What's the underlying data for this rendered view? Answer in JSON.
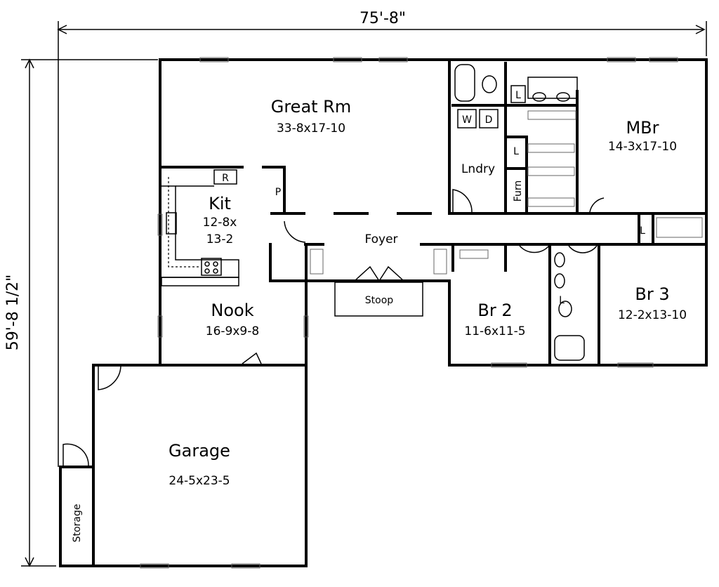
{
  "dimensions": {
    "width": "75'-8\"",
    "depth": "59'-8 1/2\""
  },
  "rooms": {
    "great_room": {
      "name": "Great Rm",
      "size": "33-8x17-10"
    },
    "master_bedroom": {
      "name": "MBr",
      "size": "14-3x17-10"
    },
    "kitchen": {
      "name": "Kit",
      "size_line1": "12-8x",
      "size_line2": "13-2"
    },
    "nook": {
      "name": "Nook",
      "size": "16-9x9-8"
    },
    "bedroom2": {
      "name": "Br 2",
      "size": "11-6x11-5"
    },
    "bedroom3": {
      "name": "Br 3",
      "size": "12-2x13-10"
    },
    "garage": {
      "name": "Garage",
      "size": "24-5x23-5"
    },
    "foyer": {
      "name": "Foyer"
    },
    "stoop": {
      "name": "Stoop"
    },
    "laundry": {
      "name": "Lndry"
    },
    "furnace": {
      "name": "Furn"
    },
    "storage": {
      "name": "Storage"
    }
  },
  "fixtures": {
    "washer": "W",
    "dryer": "D",
    "linen": "L",
    "pantry": "P",
    "refrigerator": "R"
  }
}
